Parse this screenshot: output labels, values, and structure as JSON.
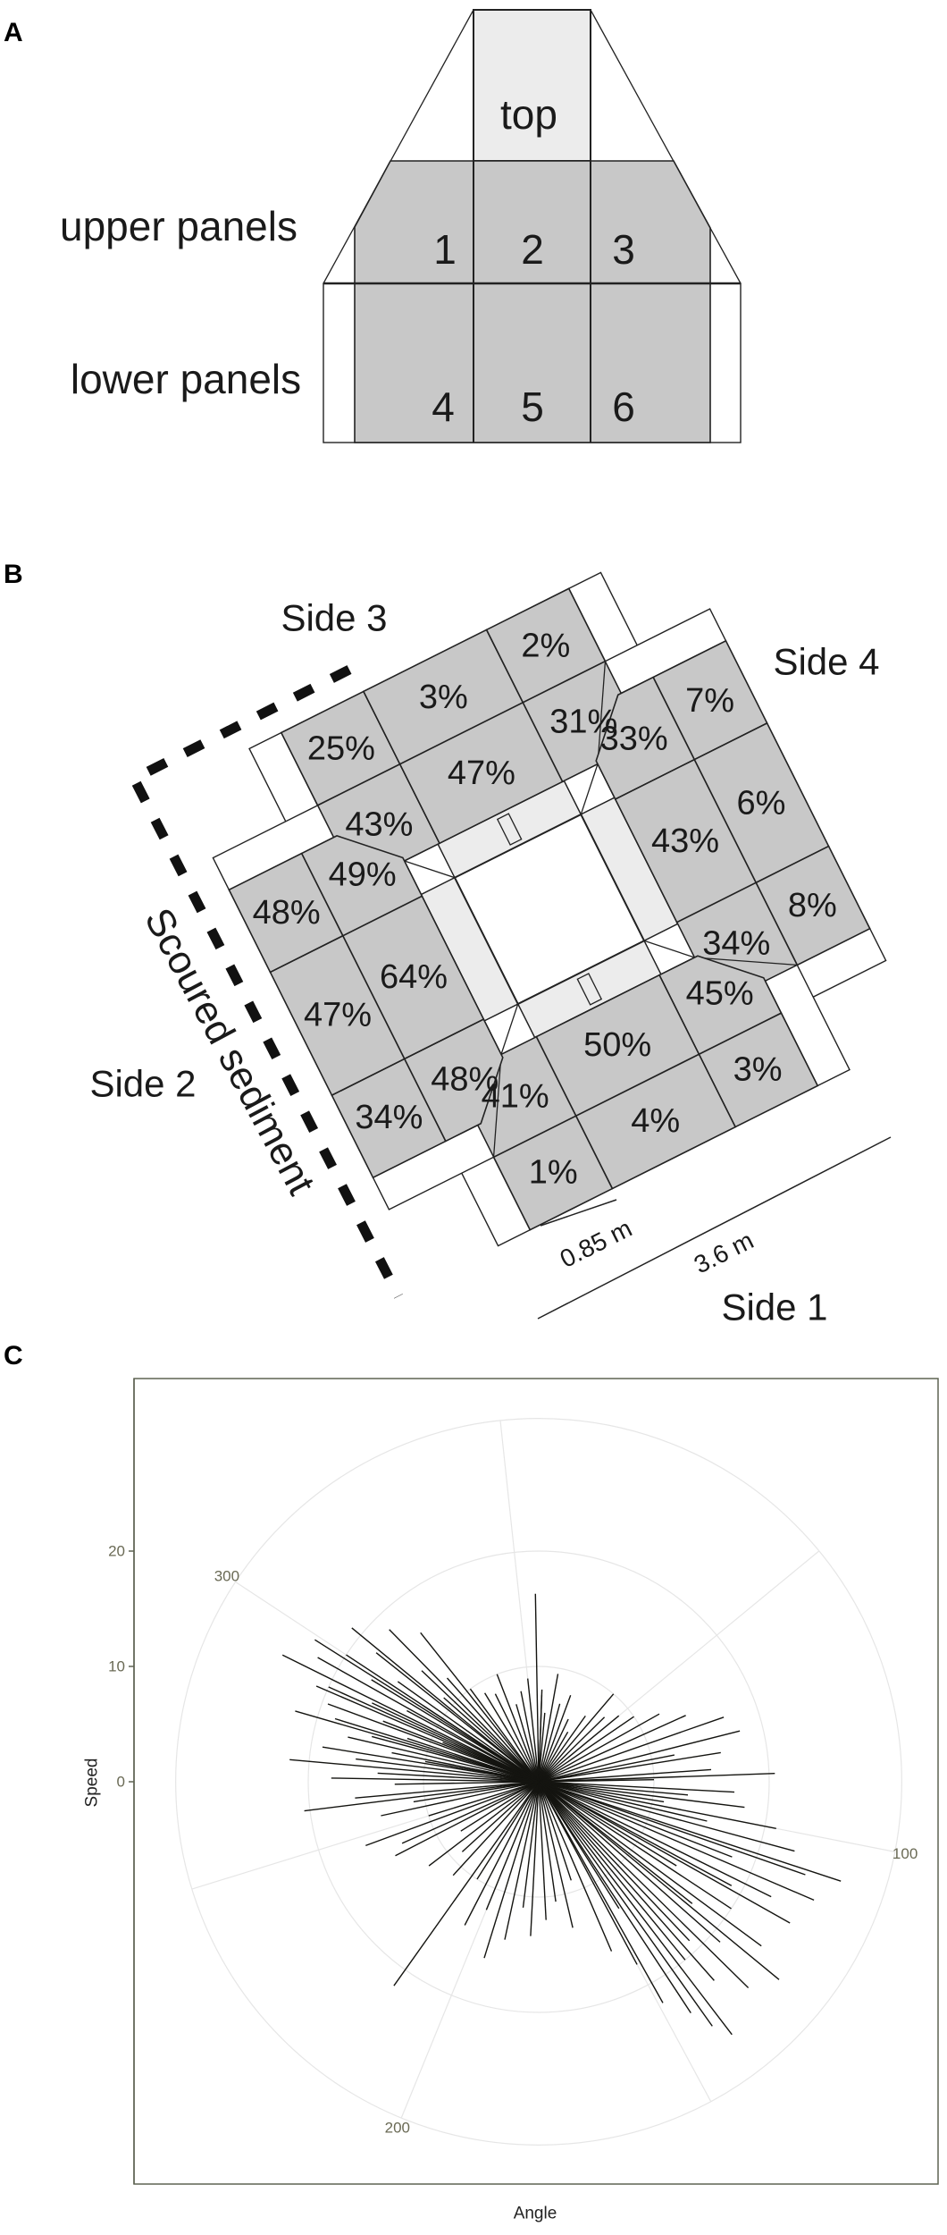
{
  "panel_labels": {
    "a": "A",
    "b": "B",
    "c": "C"
  },
  "panel_a": {
    "top": "top",
    "upper_label": "upper panels",
    "lower_label": "lower panels",
    "upper_numbers": [
      "1",
      "2",
      "3"
    ],
    "lower_numbers": [
      "4",
      "5",
      "6"
    ],
    "colors": {
      "panel": "#c8c8c8",
      "top": "#ececec"
    }
  },
  "panel_b": {
    "sides": [
      {
        "label": "Side 3",
        "outer": [
          "25%",
          "3%",
          "2%"
        ],
        "inner": [
          "43%",
          "47%",
          "31%"
        ]
      },
      {
        "label": "Side 4",
        "outer": [
          "7%",
          "6%",
          "8%"
        ],
        "inner": [
          "33%",
          "43%",
          "34%"
        ]
      },
      {
        "label": "Side 1",
        "outer": [
          "1%",
          "4%",
          "3%"
        ],
        "inner": [
          "41%",
          "50%",
          "45%"
        ]
      },
      {
        "label": "Side 2",
        "outer": [
          "48%",
          "47%",
          "34%"
        ],
        "inner": [
          "49%",
          "64%",
          "48%"
        ]
      }
    ],
    "scoured_label": "Scoured sediment",
    "scale_small": "0.85 m",
    "scale_large": "3.6 m"
  },
  "chart_data": {
    "type": "polar-segments",
    "xlabel": "Angle",
    "ylabel": "Speed",
    "r_ticks": [
      "0",
      "10",
      "20"
    ],
    "theta_ticks": [
      "100",
      "200",
      "300"
    ],
    "theta_range": [
      0,
      356
    ],
    "r_range": [
      0,
      31.5
    ],
    "grid": true,
    "line_color": "#141410",
    "segments": [
      [
        293,
        24.8
      ],
      [
        296,
        22
      ],
      [
        290,
        21
      ],
      [
        300,
        20
      ],
      [
        287,
        19.5
      ],
      [
        305,
        18
      ],
      [
        298,
        17
      ],
      [
        284,
        18.5
      ],
      [
        292,
        16
      ],
      [
        302,
        15
      ],
      [
        288,
        14.5
      ],
      [
        280,
        17
      ],
      [
        276,
        19
      ],
      [
        272,
        21.7
      ],
      [
        295,
        13
      ],
      [
        310,
        14
      ],
      [
        308,
        11
      ],
      [
        285,
        12
      ],
      [
        282,
        15
      ],
      [
        278,
        13
      ],
      [
        274,
        16
      ],
      [
        270,
        14
      ],
      [
        266,
        12.5
      ],
      [
        262,
        16
      ],
      [
        268,
        18
      ],
      [
        300,
        12
      ],
      [
        315,
        12
      ],
      [
        320,
        10
      ],
      [
        325,
        9
      ],
      [
        330,
        8.5
      ],
      [
        335,
        10
      ],
      [
        318,
        16.5
      ],
      [
        312,
        18.5
      ],
      [
        306,
        21
      ],
      [
        299,
        23
      ],
      [
        291,
        20
      ],
      [
        283,
        22
      ],
      [
        277,
        10
      ],
      [
        289,
        9
      ],
      [
        258,
        11
      ],
      [
        255,
        14
      ],
      [
        250,
        10
      ],
      [
        247,
        16
      ],
      [
        243,
        13
      ],
      [
        260,
        20.5
      ],
      [
        87,
        20.5
      ],
      [
        107,
        27.6
      ],
      [
        141,
        27.6
      ],
      [
        112,
        26
      ],
      [
        118,
        25
      ],
      [
        125,
        24
      ],
      [
        133,
        25.5
      ],
      [
        137,
        23
      ],
      [
        145,
        24
      ],
      [
        149,
        22
      ],
      [
        130,
        21
      ],
      [
        122,
        20
      ],
      [
        115,
        22.5
      ],
      [
        104,
        23
      ],
      [
        100,
        21
      ],
      [
        96,
        18
      ],
      [
        92,
        17
      ],
      [
        110,
        18
      ],
      [
        127,
        17
      ],
      [
        135,
        19
      ],
      [
        150,
        18
      ],
      [
        155,
        16
      ],
      [
        146,
        13
      ],
      [
        120,
        14
      ],
      [
        102,
        15
      ],
      [
        94,
        13
      ],
      [
        85,
        15
      ],
      [
        80,
        16
      ],
      [
        75,
        18
      ],
      [
        70,
        17
      ],
      [
        65,
        14
      ],
      [
        60,
        12
      ],
      [
        55,
        10
      ],
      [
        50,
        9
      ],
      [
        45,
        8
      ],
      [
        40,
        10
      ],
      [
        35,
        7
      ],
      [
        78,
        12
      ],
      [
        88,
        10
      ],
      [
        98,
        11
      ],
      [
        139,
        20
      ],
      [
        143,
        26
      ],
      [
        128,
        27
      ],
      [
        117,
        19
      ],
      [
        108,
        24.5
      ],
      [
        355,
        16.3
      ],
      [
        350,
        9
      ],
      [
        358,
        8
      ],
      [
        2,
        7.5
      ],
      [
        5,
        6
      ],
      [
        345,
        8
      ],
      [
        340,
        7
      ],
      [
        10,
        9.5
      ],
      [
        15,
        7
      ],
      [
        20,
        8
      ],
      [
        25,
        6
      ],
      [
        30,
        5
      ],
      [
        181,
        13.4
      ],
      [
        195,
        16
      ],
      [
        185,
        11
      ],
      [
        190,
        14
      ],
      [
        175,
        12
      ],
      [
        170,
        10.5
      ],
      [
        165,
        13
      ],
      [
        160,
        9
      ],
      [
        200,
        12
      ],
      [
        205,
        14
      ],
      [
        210,
        10
      ],
      [
        213,
        21.7
      ],
      [
        220,
        11
      ],
      [
        225,
        9
      ],
      [
        230,
        12
      ],
      [
        235,
        8
      ],
      [
        240,
        14
      ]
    ]
  }
}
